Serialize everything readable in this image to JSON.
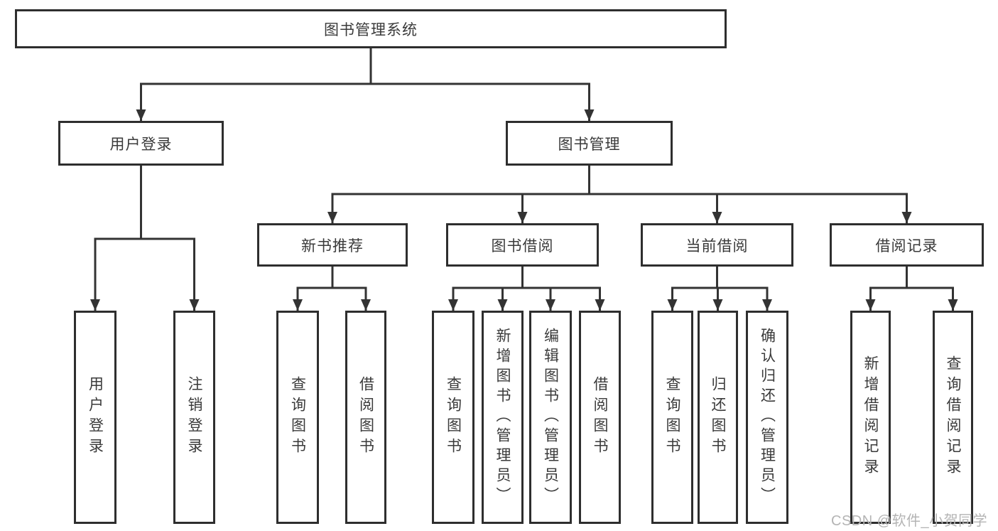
{
  "diagram": {
    "root": {
      "label": "图书管理系统"
    },
    "branches": [
      {
        "label": "用户登录",
        "children": [
          {
            "label": "用户登录"
          },
          {
            "label": "注销登录"
          }
        ]
      },
      {
        "label": "图书管理",
        "sections": [
          {
            "label": "新书推荐",
            "children": [
              {
                "label": "查询图书"
              },
              {
                "label": "借阅图书"
              }
            ]
          },
          {
            "label": "图书借阅",
            "children": [
              {
                "label": "查询图书"
              },
              {
                "label": "新增图书（管理员）"
              },
              {
                "label": "编辑图书（管理员）"
              },
              {
                "label": "借阅图书"
              }
            ]
          },
          {
            "label": "当前借阅",
            "children": [
              {
                "label": "查询图书"
              },
              {
                "label": "归还图书"
              },
              {
                "label": "确认归还（管理员）"
              }
            ]
          },
          {
            "label": "借阅记录",
            "children": [
              {
                "label": "新增借阅记录"
              },
              {
                "label": "查询借阅记录"
              }
            ]
          }
        ]
      }
    ]
  },
  "watermark": {
    "text": "CSDN @软件_小贺同学"
  },
  "colors": {
    "line": "#333333",
    "box_border": "#2e2e2e",
    "text": "#3a3a3a",
    "watermark": "#b4b4b4",
    "background": "#ffffff"
  }
}
